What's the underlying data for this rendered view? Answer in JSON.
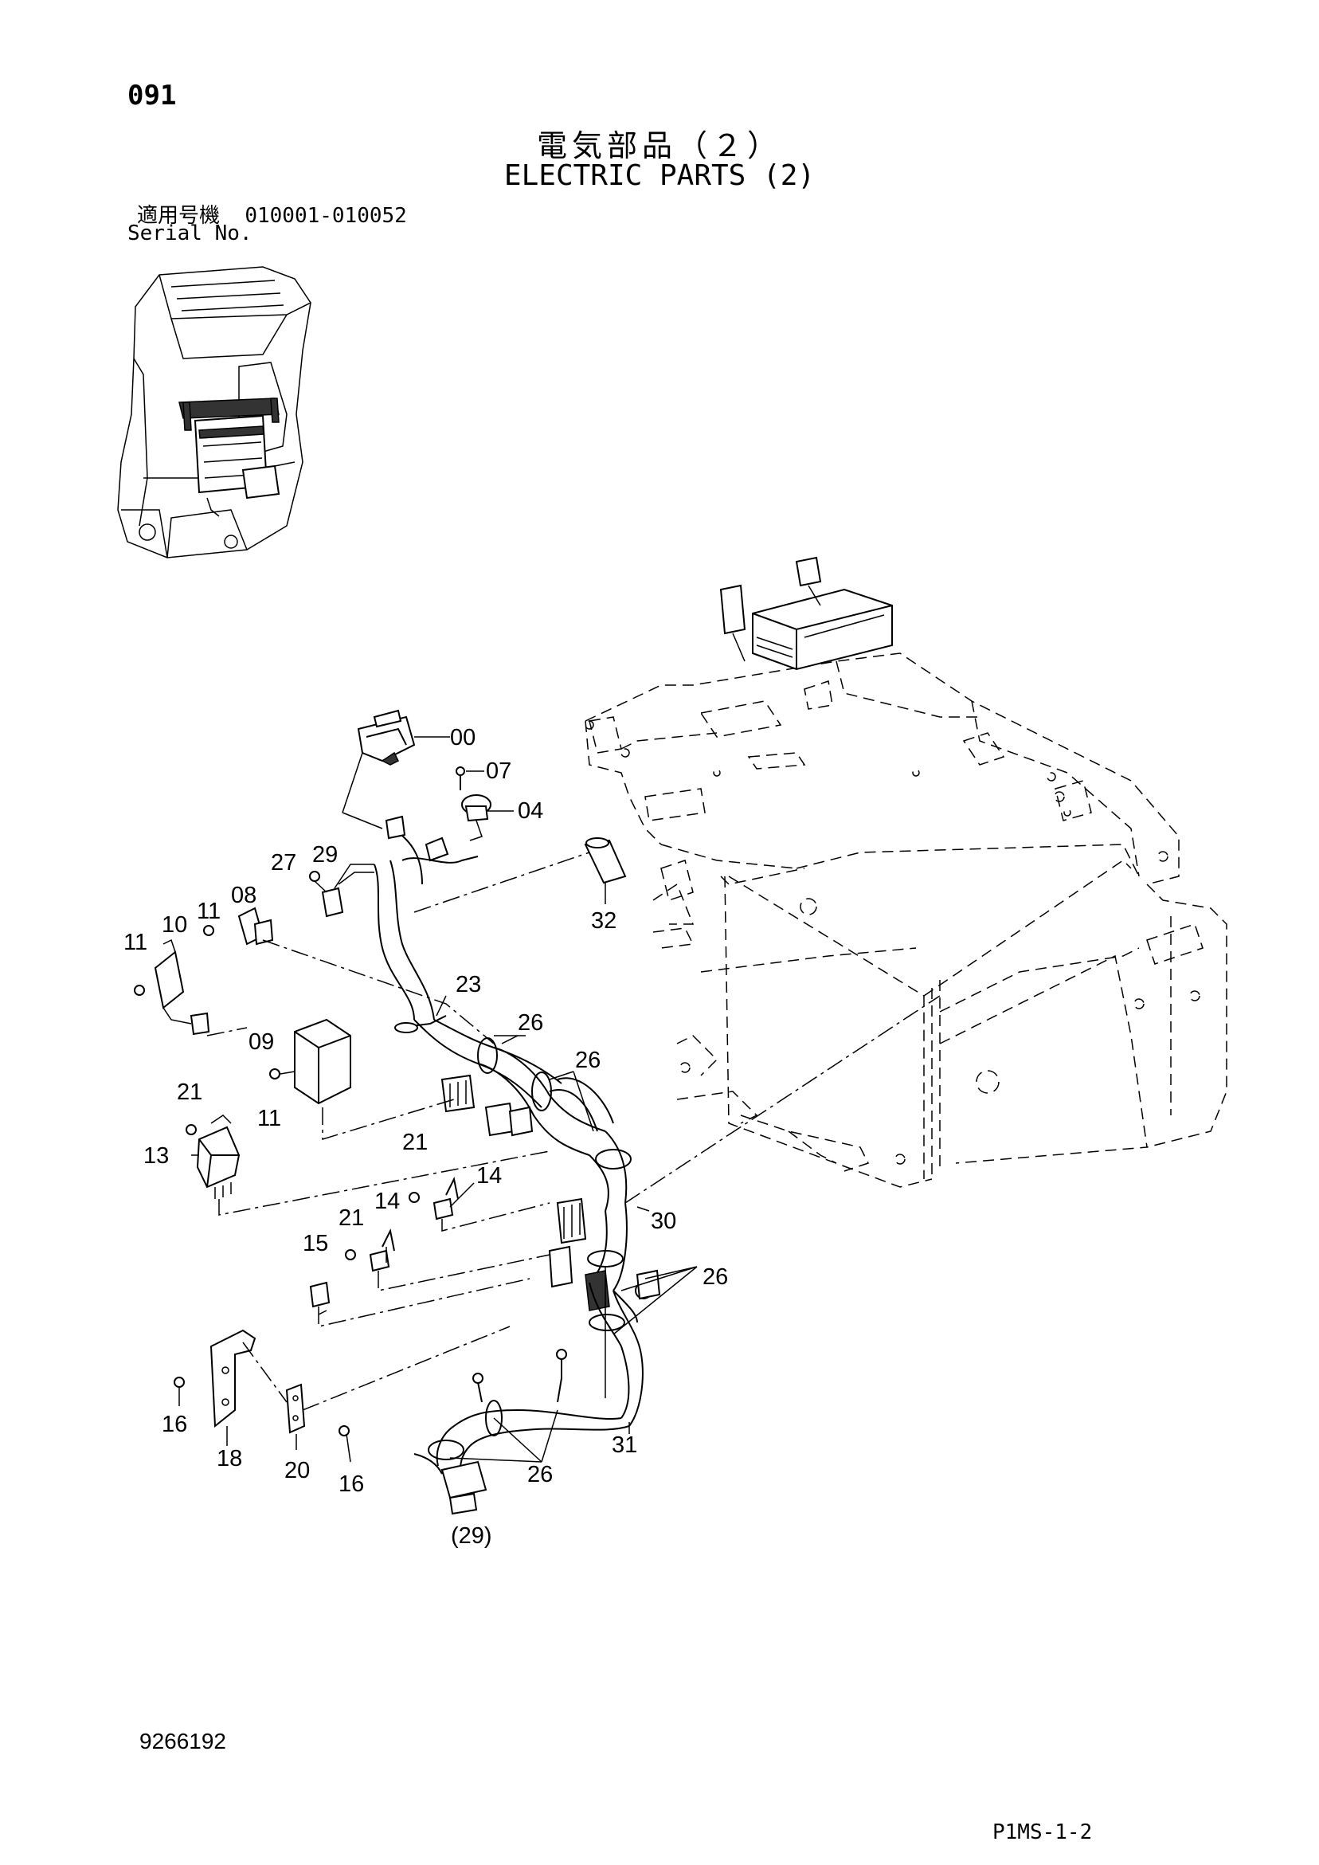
{
  "header": {
    "page_code": "091",
    "title_ja": "電気部品（２）",
    "title_en": "ELECTRIC PARTS (2)",
    "serial_label_ja": "適用号機",
    "serial_range": "010001-010052",
    "serial_label_en": "Serial No."
  },
  "footer": {
    "doc_number": "9266192",
    "page_ref": "P1MS-1-2"
  },
  "callouts": [
    "00",
    "07",
    "04",
    "27",
    "29",
    "32",
    "11",
    "10",
    "11",
    "08",
    "23",
    "26",
    "09",
    "26",
    "21",
    "11",
    "13",
    "21",
    "14",
    "21",
    "14",
    "15",
    "30",
    "26",
    "16",
    "18",
    "20",
    "16",
    "31",
    "26",
    "(29)"
  ]
}
